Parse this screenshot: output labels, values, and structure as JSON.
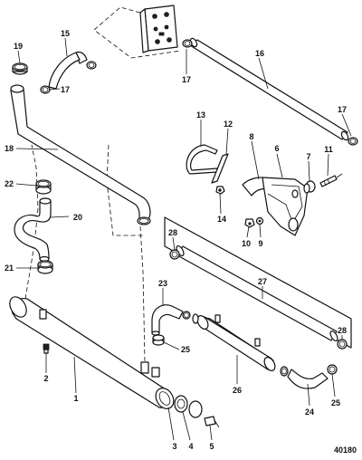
{
  "figure": {
    "reference_number": "40180",
    "callouts": [
      {
        "id": "c1",
        "label": "1"
      },
      {
        "id": "c2",
        "label": "2"
      },
      {
        "id": "c3",
        "label": "3"
      },
      {
        "id": "c4",
        "label": "4"
      },
      {
        "id": "c5",
        "label": "5"
      },
      {
        "id": "c6",
        "label": "6"
      },
      {
        "id": "c7",
        "label": "7"
      },
      {
        "id": "c8",
        "label": "8"
      },
      {
        "id": "c9",
        "label": "9"
      },
      {
        "id": "c10",
        "label": "10"
      },
      {
        "id": "c11",
        "label": "11"
      },
      {
        "id": "c12",
        "label": "12"
      },
      {
        "id": "c13",
        "label": "13"
      },
      {
        "id": "c14",
        "label": "14"
      },
      {
        "id": "c15",
        "label": "15"
      },
      {
        "id": "c16",
        "label": "16"
      },
      {
        "id": "c17a",
        "label": "17"
      },
      {
        "id": "c17b",
        "label": "17"
      },
      {
        "id": "c17c",
        "label": "17"
      },
      {
        "id": "c18",
        "label": "18"
      },
      {
        "id": "c19",
        "label": "19"
      },
      {
        "id": "c20",
        "label": "20"
      },
      {
        "id": "c21",
        "label": "21"
      },
      {
        "id": "c22",
        "label": "22"
      },
      {
        "id": "c23",
        "label": "23"
      },
      {
        "id": "c24",
        "label": "24"
      },
      {
        "id": "c25a",
        "label": "25"
      },
      {
        "id": "c25b",
        "label": "25"
      },
      {
        "id": "c26",
        "label": "26"
      },
      {
        "id": "c27",
        "label": "27"
      },
      {
        "id": "c28a",
        "label": "28"
      },
      {
        "id": "c28b",
        "label": "28"
      }
    ]
  }
}
